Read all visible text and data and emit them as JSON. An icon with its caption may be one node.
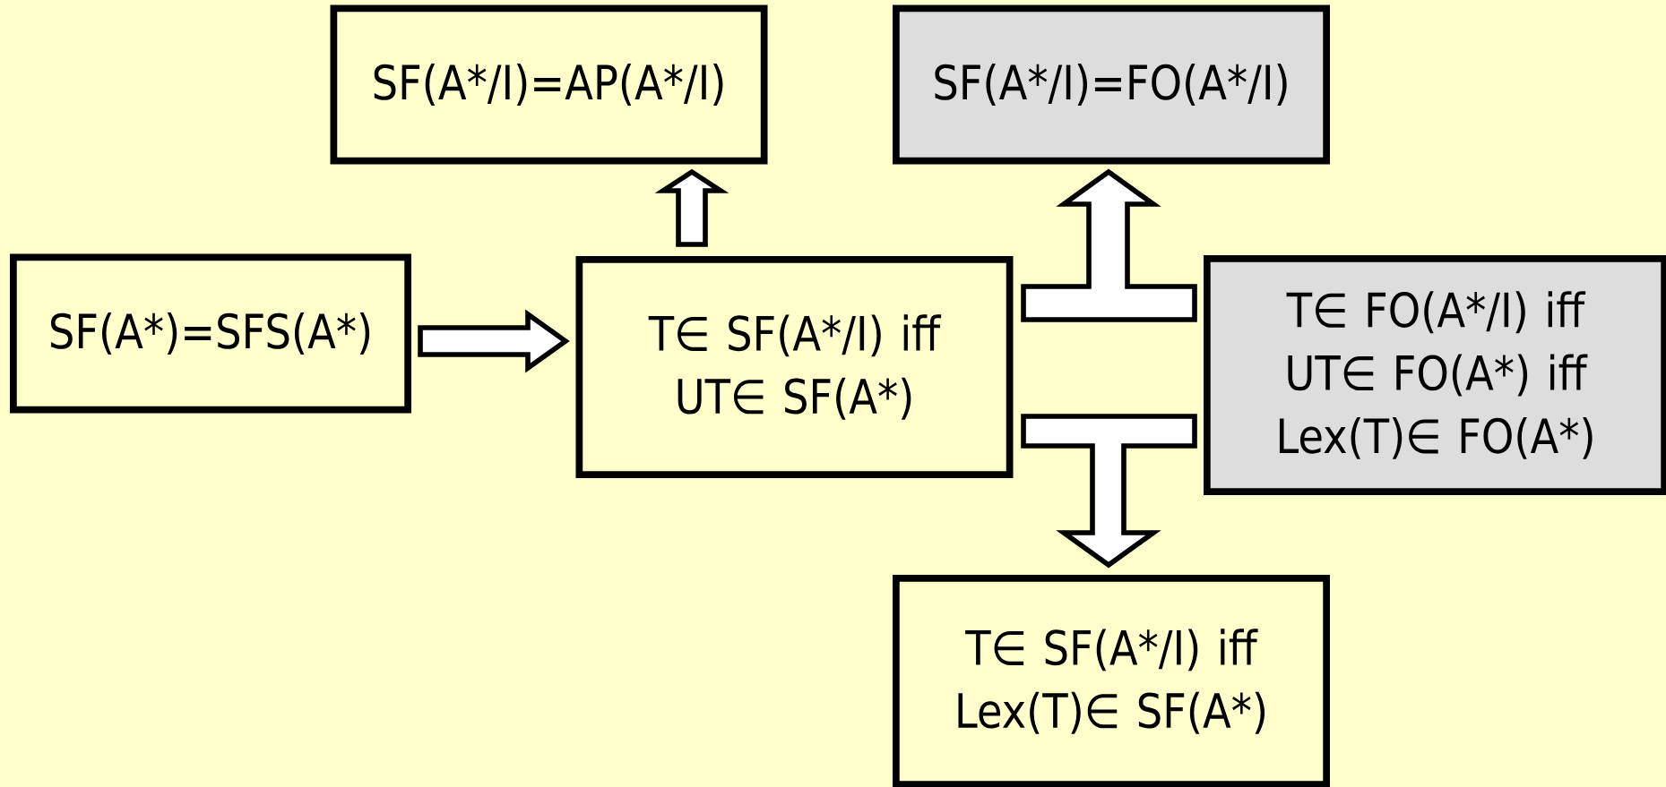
{
  "diagram": {
    "nodes": [
      {
        "text": [
          "SF(A*/I)=AP(A*/I)"
        ]
      },
      {
        "text": [
          "SF(A*/I)=FO(A*/I)"
        ]
      },
      {
        "text": [
          "SF(A*)=SFS(A*)"
        ]
      },
      {
        "text": [
          "T∈ SF(A*/I) iff UT∈ SF(A*)"
        ]
      },
      {
        "text": [
          "T∈ FO(A*/I) iff UT∈ FO(A*) iff Lex(T)∈ FO(A*)"
        ]
      },
      {
        "text": [
          "T∈ SF(A*/I) iff Lex(T)∈ SF(A*)"
        ]
      }
    ],
    "edges": [
      {
        "from": 2,
        "to": 3,
        "arrow": "to"
      },
      {
        "from": 3,
        "to": 0,
        "arrow": "to"
      },
      {
        "from": 3,
        "to": 1,
        "arrow": "to"
      },
      {
        "from": 4,
        "to": 1,
        "arrow": "to"
      },
      {
        "from": 3,
        "to": 5,
        "arrow": "to"
      },
      {
        "from": 4,
        "to": 5,
        "arrow": "to"
      }
    ]
  }
}
